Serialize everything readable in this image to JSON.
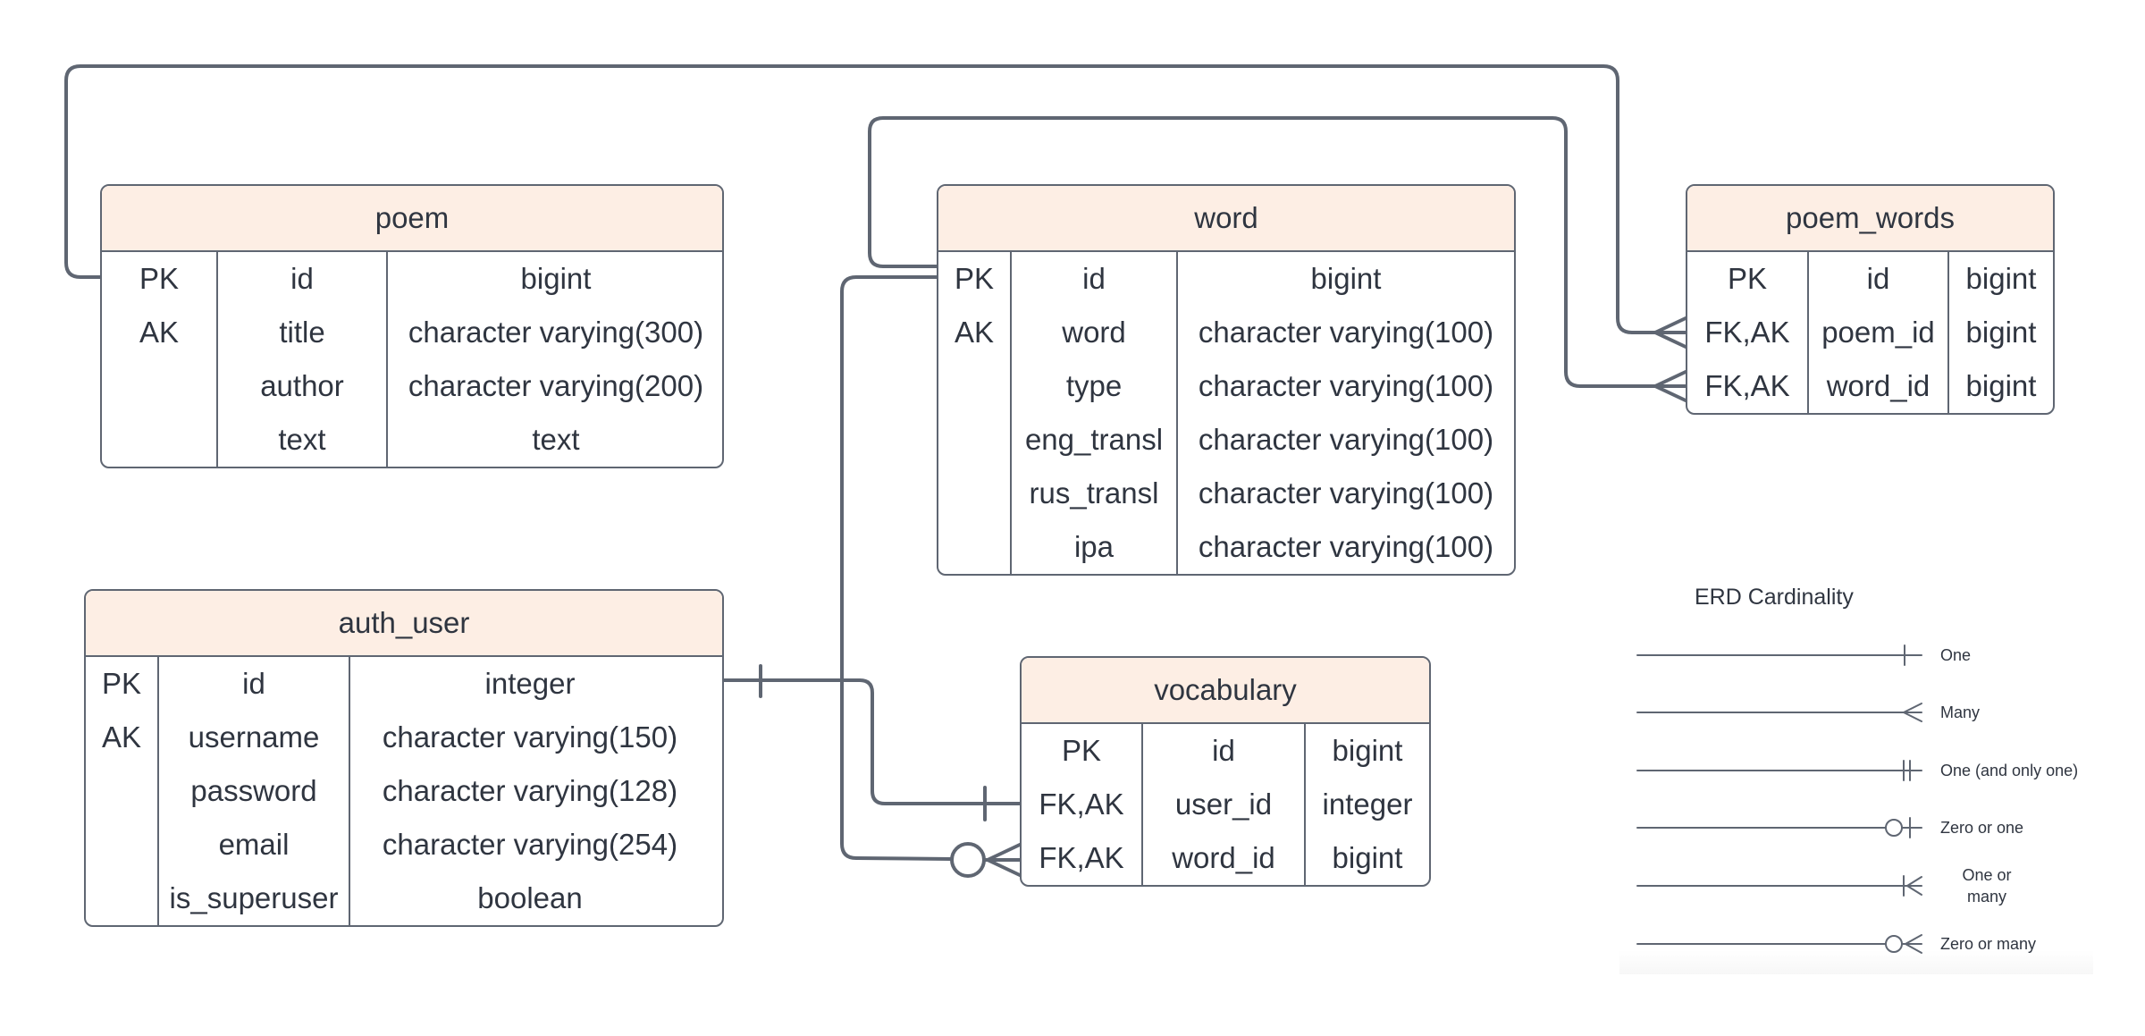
{
  "tables": {
    "poem": {
      "name": "poem",
      "rows": [
        [
          "PK",
          "id",
          "bigint"
        ],
        [
          "AK",
          "title",
          "character varying(300)"
        ],
        [
          "",
          "author",
          "character varying(200)"
        ],
        [
          "",
          "text",
          "text"
        ]
      ]
    },
    "word": {
      "name": "word",
      "rows": [
        [
          "PK",
          "id",
          "bigint"
        ],
        [
          "AK",
          "word",
          "character varying(100)"
        ],
        [
          "",
          "type",
          "character varying(100)"
        ],
        [
          "",
          "eng_transl",
          "character varying(100)"
        ],
        [
          "",
          "rus_transl",
          "character varying(100)"
        ],
        [
          "",
          "ipa",
          "character varying(100)"
        ]
      ]
    },
    "poem_words": {
      "name": "poem_words",
      "rows": [
        [
          "PK",
          "id",
          "bigint"
        ],
        [
          "FK,AK",
          "poem_id",
          "bigint"
        ],
        [
          "FK,AK",
          "word_id",
          "bigint"
        ]
      ]
    },
    "auth_user": {
      "name": "auth_user",
      "rows": [
        [
          "PK",
          "id",
          "integer"
        ],
        [
          "AK",
          "username",
          "character varying(150)"
        ],
        [
          "",
          "password",
          "character varying(128)"
        ],
        [
          "",
          "email",
          "character varying(254)"
        ],
        [
          "",
          "is_superuser",
          "boolean"
        ]
      ]
    },
    "vocabulary": {
      "name": "vocabulary",
      "rows": [
        [
          "PK",
          "id",
          "bigint"
        ],
        [
          "FK,AK",
          "user_id",
          "integer"
        ],
        [
          "FK,AK",
          "word_id",
          "bigint"
        ]
      ]
    }
  },
  "relationships": [
    {
      "from": "poem.id",
      "to": "poem_words.poem_id",
      "from_end": "none",
      "to_end": "many"
    },
    {
      "from": "word.id",
      "to": "poem_words.word_id",
      "from_end": "none",
      "to_end": "many"
    },
    {
      "from": "auth_user.id",
      "to": "vocabulary.user_id",
      "from_end": "one",
      "to_end": "one"
    },
    {
      "from": "word.id",
      "to": "vocabulary.word_id",
      "from_end": "none",
      "to_end": "zero-or-many"
    }
  ],
  "legend": {
    "title": "ERD Cardinality",
    "items": [
      {
        "label": "One",
        "symbol": "one"
      },
      {
        "label": "Many",
        "symbol": "many"
      },
      {
        "label": "One (and only one)",
        "symbol": "one-and-only-one"
      },
      {
        "label": "Zero or one",
        "symbol": "zero-or-one"
      },
      {
        "label": "One or many",
        "symbol": "one-or-many"
      },
      {
        "label": "Zero or many",
        "symbol": "zero-or-many"
      }
    ]
  },
  "colors": {
    "line": "#5f6672",
    "header_fill": "#fdeee4",
    "text": "#2f3540"
  }
}
